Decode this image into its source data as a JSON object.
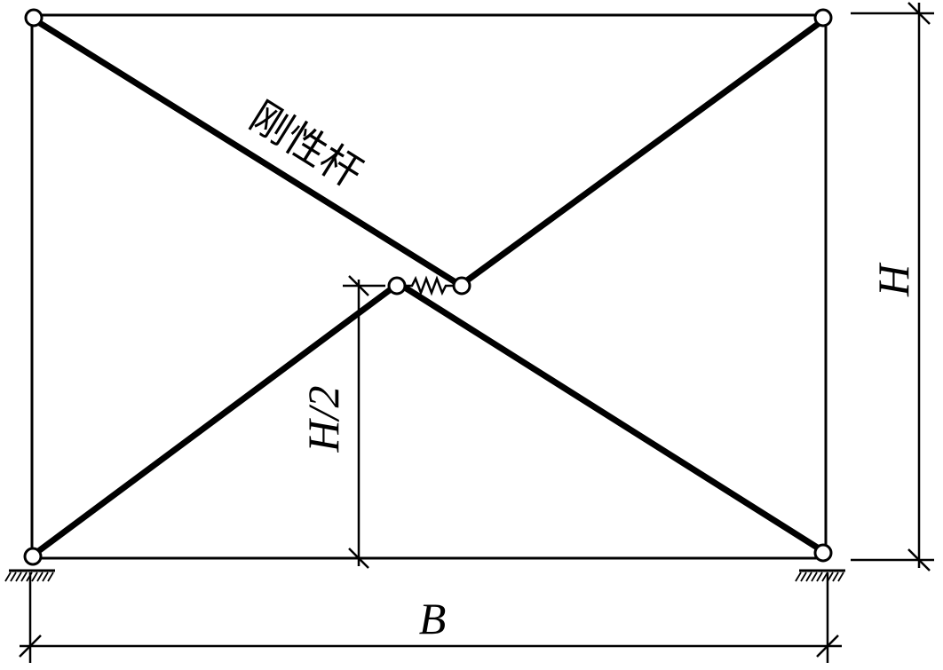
{
  "diagram": {
    "rigid_bar_label": "刚性杆",
    "height_label": "H",
    "half_height_label": "H/2",
    "width_label": "B"
  },
  "colors": {
    "line": "#000000",
    "background": "#ffffff",
    "joint_fill": "#ffffff"
  }
}
